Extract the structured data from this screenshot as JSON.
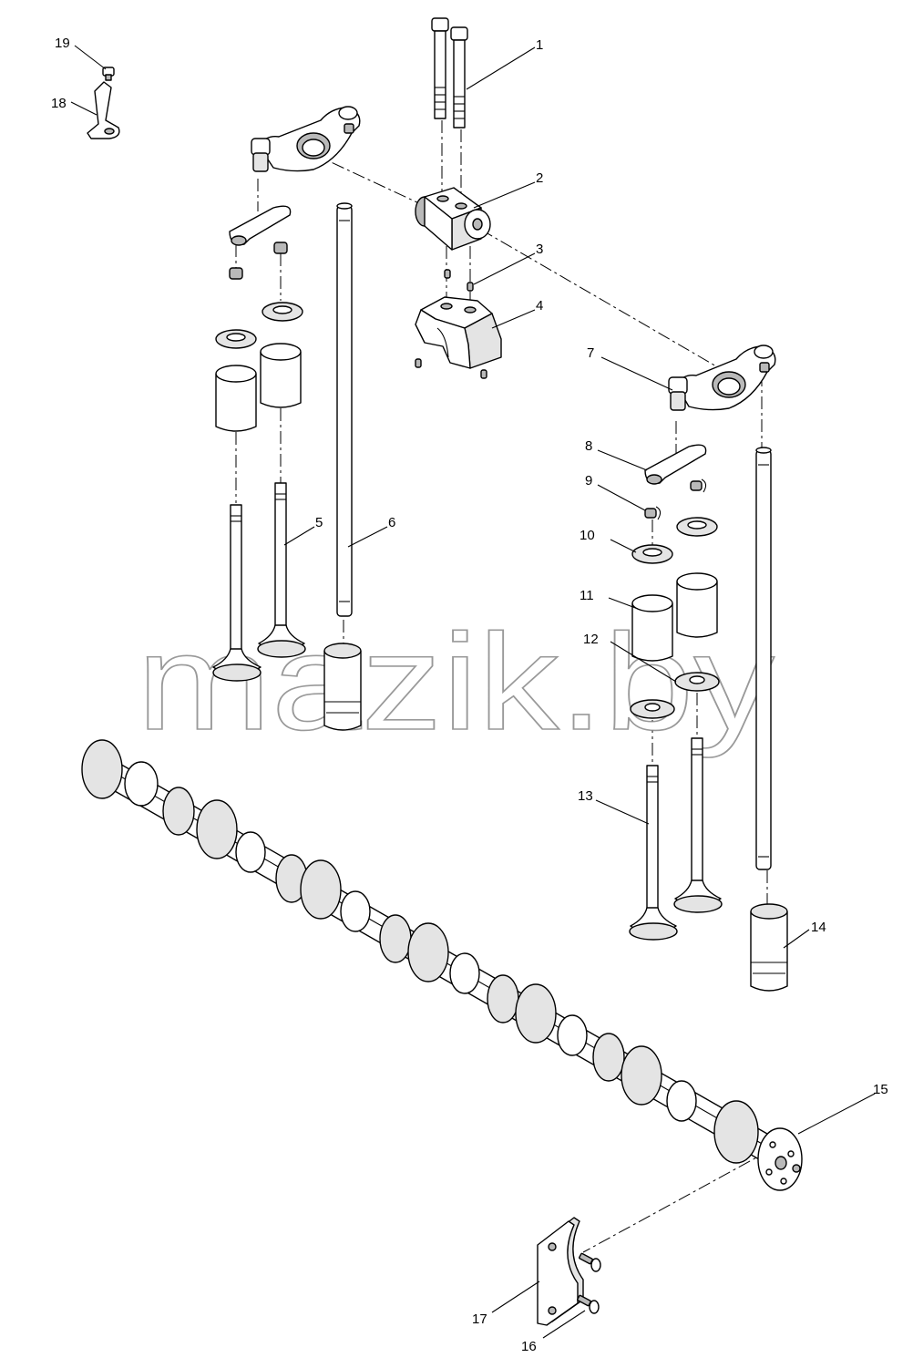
{
  "watermark": "mazik.by",
  "callouts": [
    {
      "id": "1",
      "label": "1"
    },
    {
      "id": "2",
      "label": "2"
    },
    {
      "id": "3",
      "label": "3"
    },
    {
      "id": "4",
      "label": "4"
    },
    {
      "id": "5",
      "label": "5"
    },
    {
      "id": "6",
      "label": "6"
    },
    {
      "id": "7",
      "label": "7"
    },
    {
      "id": "8",
      "label": "8"
    },
    {
      "id": "9",
      "label": "9"
    },
    {
      "id": "10",
      "label": "10"
    },
    {
      "id": "11",
      "label": "11"
    },
    {
      "id": "12",
      "label": "12"
    },
    {
      "id": "13",
      "label": "13"
    },
    {
      "id": "14",
      "label": "14"
    },
    {
      "id": "15",
      "label": "15"
    },
    {
      "id": "16",
      "label": "16"
    },
    {
      "id": "17",
      "label": "17"
    },
    {
      "id": "18",
      "label": "18"
    },
    {
      "id": "19",
      "label": "19"
    }
  ]
}
